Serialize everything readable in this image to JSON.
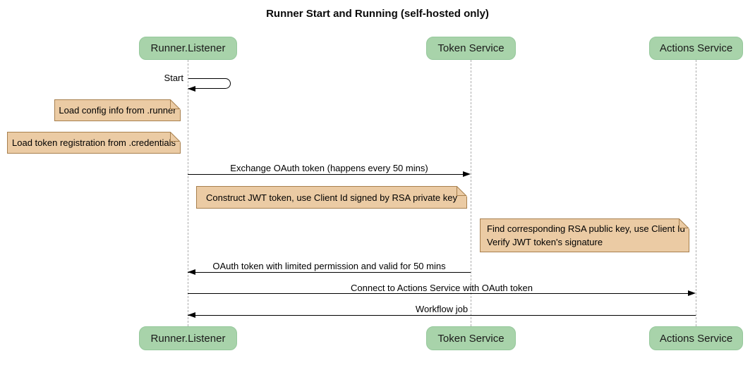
{
  "diagram": {
    "type": "sequence-diagram",
    "title": "Runner Start and Running (self-hosted only)"
  },
  "participants": [
    {
      "name": "Runner.Listener"
    },
    {
      "name": "Token Service"
    },
    {
      "name": "Actions Service"
    }
  ],
  "messages": [
    {
      "label": "Start",
      "from": "Runner.Listener",
      "to": "Runner.Listener",
      "kind": "self"
    },
    {
      "label": "Exchange OAuth token (happens every 50 mins)",
      "from": "Runner.Listener",
      "to": "Token Service",
      "kind": "solid-arrow"
    },
    {
      "label": "OAuth token with limited permission and valid for 50 mins",
      "from": "Token Service",
      "to": "Runner.Listener",
      "kind": "solid-arrow"
    },
    {
      "label": "Connect to Actions Service with OAuth token",
      "from": "Runner.Listener",
      "to": "Actions Service",
      "kind": "solid-arrow"
    },
    {
      "label": "Workflow job",
      "from": "Actions Service",
      "to": "Runner.Listener",
      "kind": "solid-arrow"
    }
  ],
  "notes": [
    {
      "text": "Load config info from .runner",
      "position": "left of Runner.Listener"
    },
    {
      "text": "Load token registration from .credentials",
      "position": "left of Runner.Listener"
    },
    {
      "text": "Construct JWT token, use Client Id signed by RSA private key",
      "position": "between Runner.Listener and Token Service"
    },
    {
      "line1": "Find corresponding RSA public key, use Client Id",
      "line2": "Verify JWT token's signature",
      "position": "over Actions Service"
    }
  ],
  "colors": {
    "background": "#FFFFFF",
    "actor_fill": "#A8D3AA",
    "actor_border": "#95C89B",
    "note_fill": "#EBCBA4",
    "note_border": "#A8804E",
    "lifeline": "#ADADAD",
    "message_line": "#000000",
    "text": "#000000"
  }
}
